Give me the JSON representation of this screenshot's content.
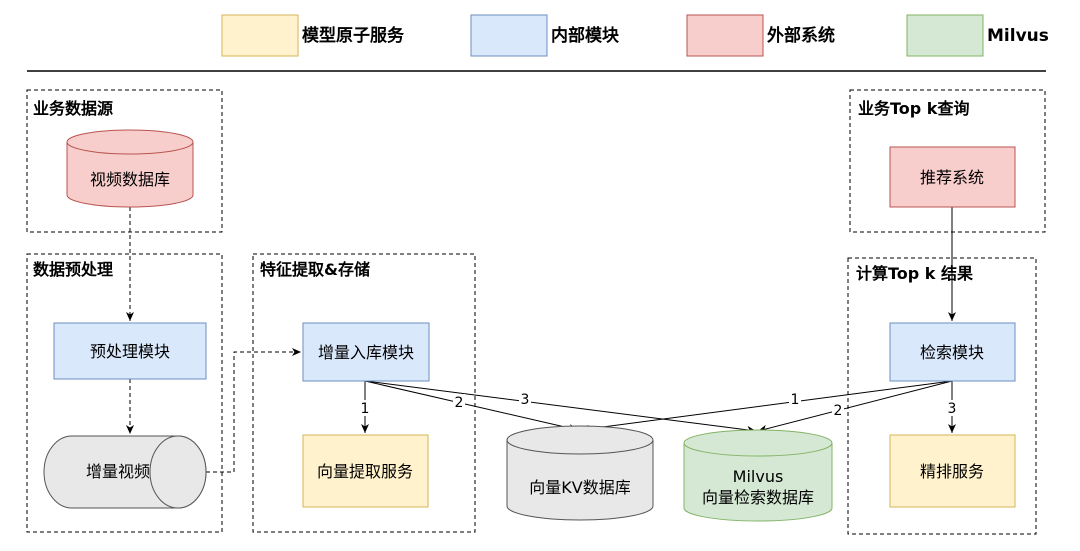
{
  "legend": {
    "items": [
      {
        "label": "模型原子服务",
        "fill": "#fff2cc",
        "stroke": "#d6b656"
      },
      {
        "label": "内部模块",
        "fill": "#dae8fc",
        "stroke": "#6c8ebf"
      },
      {
        "label": "外部系统",
        "fill": "#f8cecc",
        "stroke": "#b85450"
      },
      {
        "label": "Milvus",
        "fill": "#d5e8d4",
        "stroke": "#82b366"
      }
    ]
  },
  "groups": {
    "business_data_source": "业务数据源",
    "data_preprocessing": "数据预处理",
    "feature_extraction_storage": "特征提取&存储",
    "business_topk_query": "业务Top k查询",
    "compute_topk_result": "计算Top k 结果"
  },
  "nodes": {
    "video_database": "视频数据库",
    "preprocess_module": "预处理模块",
    "incremental_video": "增量视频",
    "incremental_ingest_module": "增量入库模块",
    "vector_extraction_service": "向量提取服务",
    "vector_kv_database": "向量KV数据库",
    "milvus_line1": "Milvus",
    "milvus_line2": "向量检索数据库",
    "recommendation_system": "推荐系统",
    "retrieval_module": "检索模块",
    "rerank_service": "精排服务"
  },
  "edge_labels": {
    "ingest_to_extract": "1",
    "ingest_to_kv": "2",
    "ingest_to_milvus": "3",
    "retrieval_to_kv": "1",
    "retrieval_to_milvus": "2",
    "retrieval_to_rerank": "3"
  },
  "colors": {
    "yellow_fill": "#fff2cc",
    "yellow_stroke": "#d6b656",
    "blue_fill": "#dae8fc",
    "blue_stroke": "#6c8ebf",
    "red_fill": "#f8cecc",
    "red_stroke": "#b85450",
    "green_fill": "#d5e8d4",
    "green_stroke": "#82b366",
    "gray_fill": "#e8e8e8",
    "gray_stroke": "#555555"
  }
}
